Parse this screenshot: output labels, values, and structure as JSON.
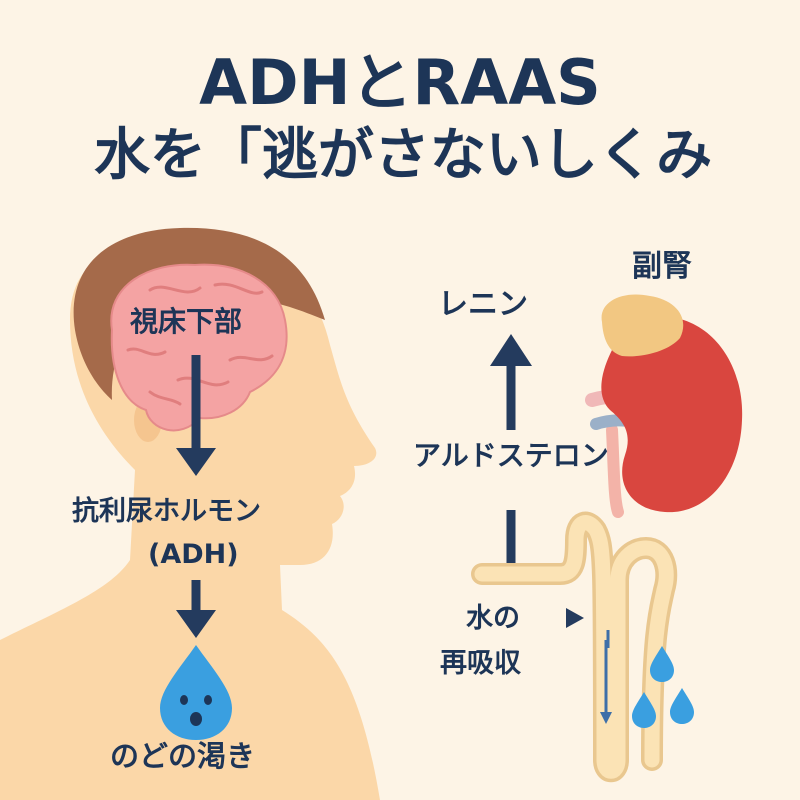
{
  "title": {
    "line1": "ADHとRAAS",
    "line2": "水を「逃がさないしくみ"
  },
  "left_panel": {
    "hypothalamus_label": "視床下部",
    "adh_label": "抗利尿ホルモン",
    "adh_abbrev": "(ADH)",
    "thirst_label": "のどの渇き"
  },
  "right_panel": {
    "renin_label": "レニン",
    "aldosterone_label": "アルドステロン",
    "adrenal_label": "副腎",
    "water_reabsorption_line1": "水の",
    "water_reabsorption_line2": "再吸収"
  },
  "colors": {
    "background": "#fdf4e6",
    "text": "#1d3557",
    "arrow": "#243b5e",
    "skin": "#fbd7a8",
    "hair": "#a56a4a",
    "brain": "#f4a3a3",
    "kidney": "#d9463f",
    "adrenal": "#f2c782",
    "tubule": "#fbe3b5",
    "water_drop": "#3a9fe0"
  }
}
